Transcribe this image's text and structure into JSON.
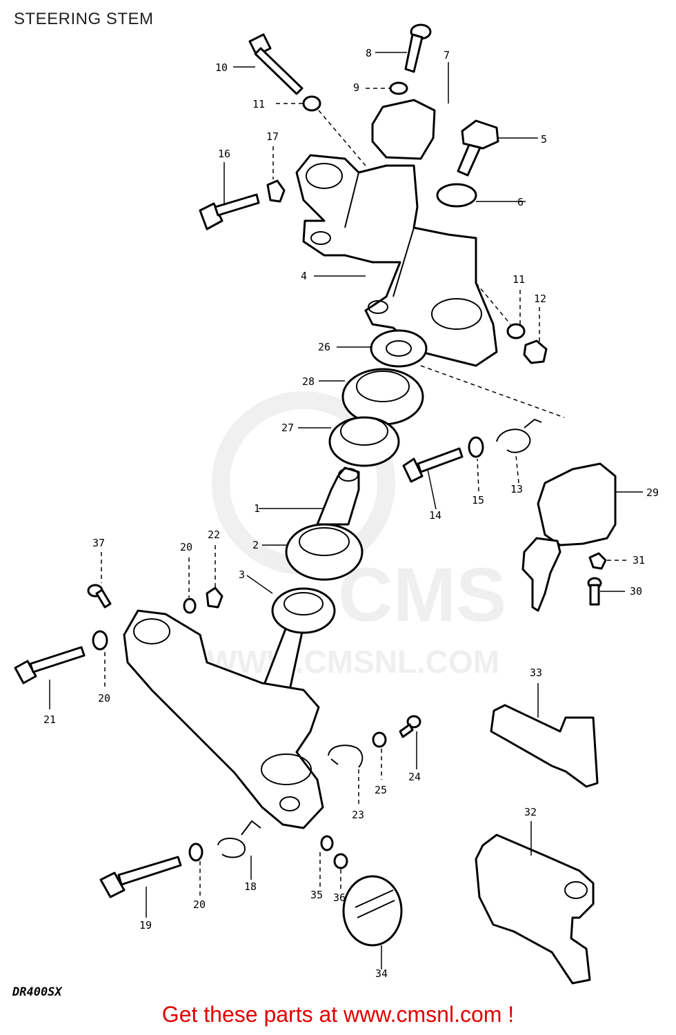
{
  "page": {
    "title": "STEERING STEM",
    "model": "DR400SX",
    "promo_text": "Get these parts at www.cmsnl.com !"
  },
  "watermark": {
    "logo_text": "CMS",
    "url_text": "WWW.CMSNL.COM"
  },
  "callouts": {
    "n1": "1",
    "n2": "2",
    "n3": "3",
    "n4": "4",
    "n5": "5",
    "n6": "6",
    "n7": "7",
    "n8": "8",
    "n9": "9",
    "n10": "10",
    "n11a": "11",
    "n11b": "11",
    "n12": "12",
    "n13": "13",
    "n14": "14",
    "n15": "15",
    "n16": "16",
    "n17": "17",
    "n18": "18",
    "n19": "19",
    "n20a": "20",
    "n20b": "20",
    "n20c": "20",
    "n21": "21",
    "n22": "22",
    "n23": "23",
    "n24": "24",
    "n25": "25",
    "n26": "26",
    "n27": "27",
    "n28": "28",
    "n29": "29",
    "n30": "30",
    "n31": "31",
    "n32": "32",
    "n33": "33",
    "n34": "34",
    "n35": "35",
    "n36": "36",
    "n37": "37"
  }
}
